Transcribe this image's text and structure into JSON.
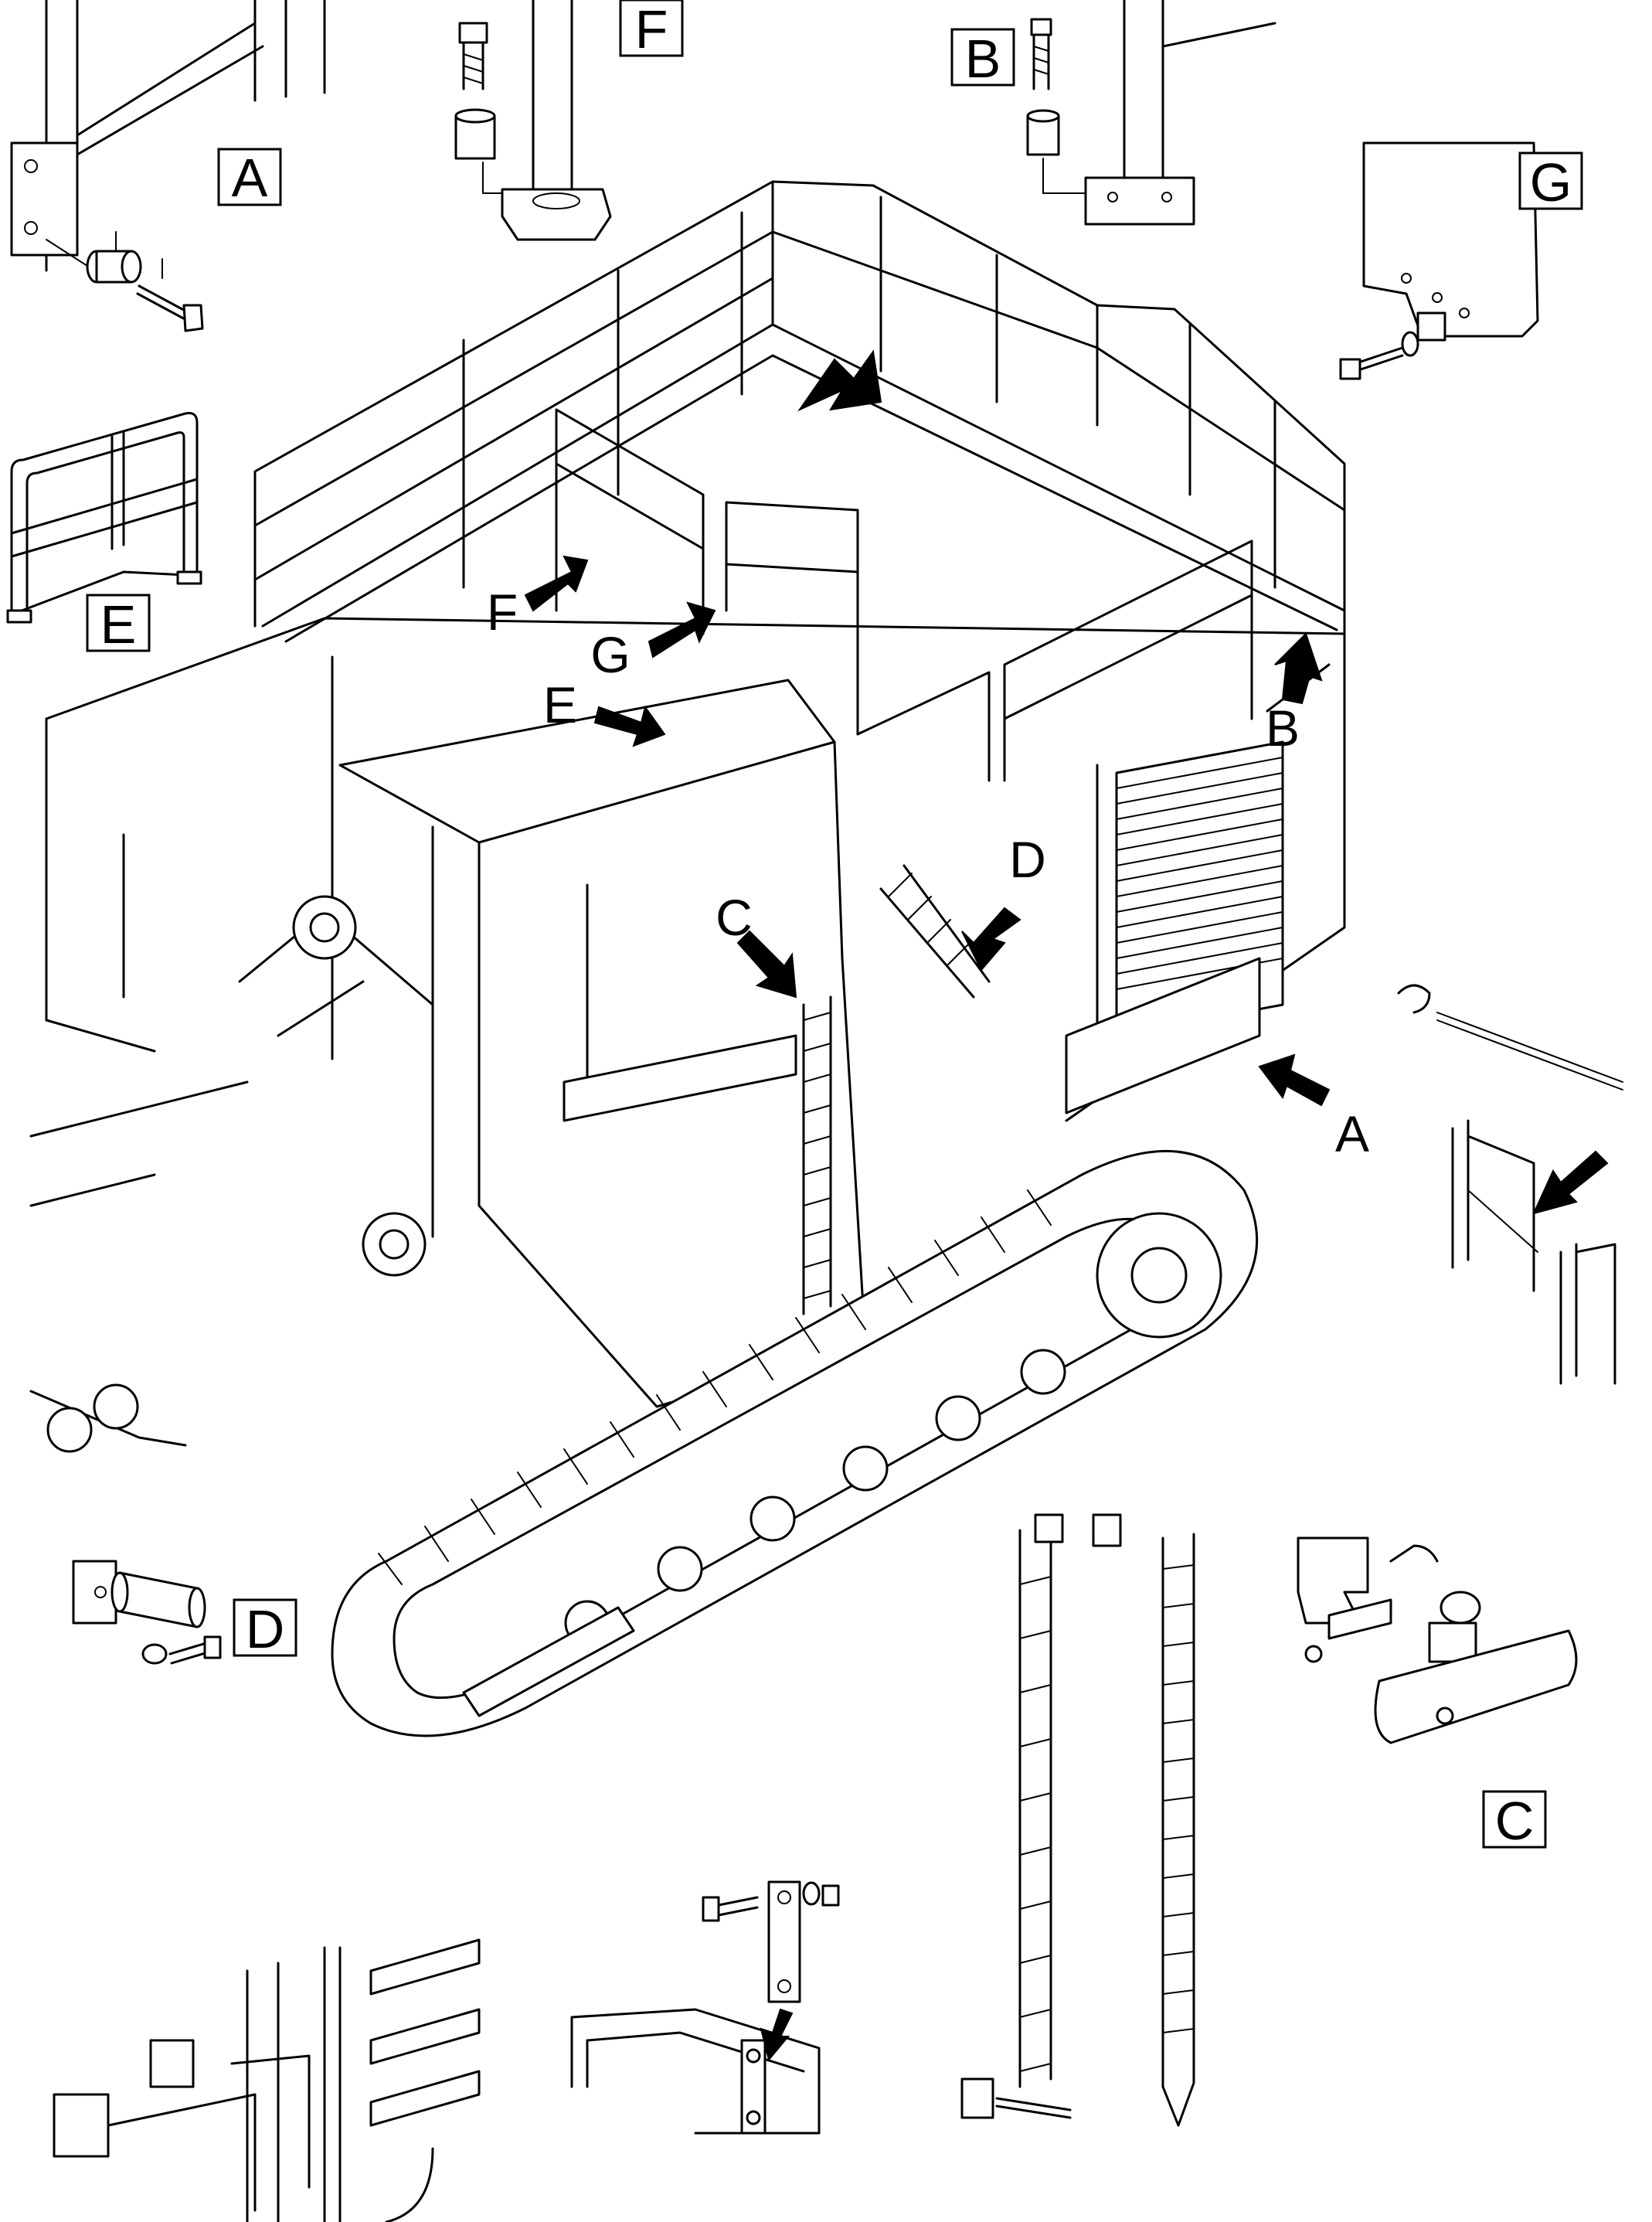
{
  "box_labels": {
    "a": "A",
    "b": "B",
    "c": "C",
    "d": "D",
    "e": "E",
    "f": "F",
    "g": "G"
  },
  "callouts": {
    "a": "A",
    "b": "B",
    "c": "C",
    "d": "D",
    "e": "E",
    "f": "F",
    "g": "G"
  }
}
